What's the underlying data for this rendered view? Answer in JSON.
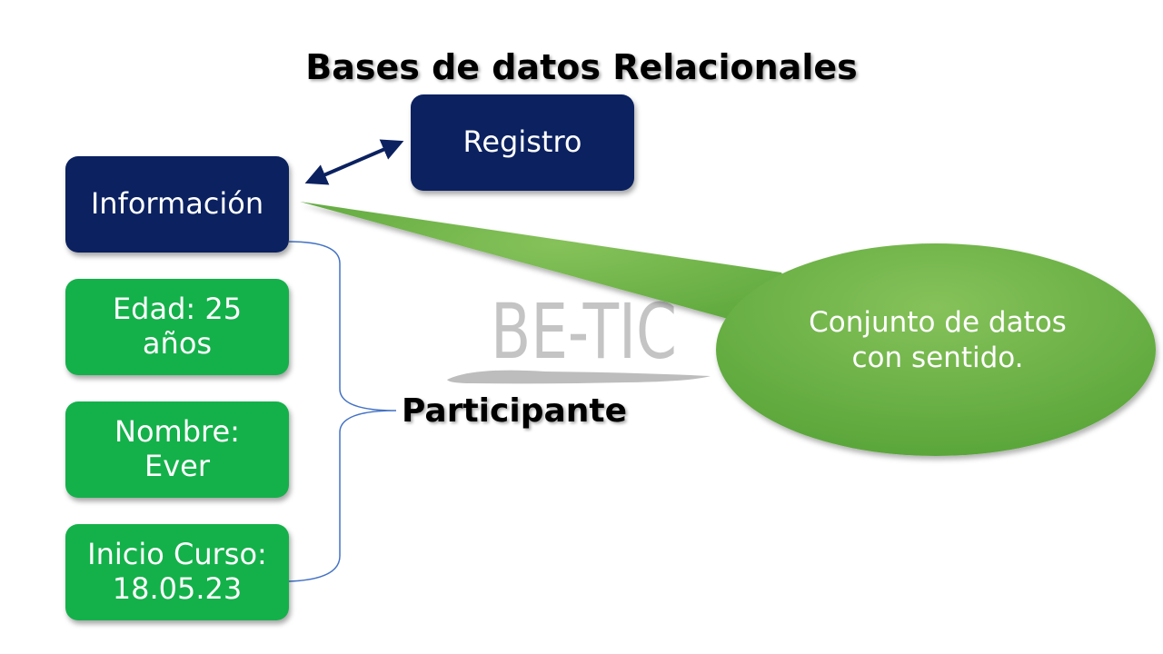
{
  "slide": {
    "title": "Bases de datos Relacionales",
    "boxes": {
      "registro": "Registro",
      "informacion": "Información",
      "edad": "Edad: 25 años",
      "nombre": "Nombre: Ever",
      "inicio": "Inicio Curso: 18.05.23"
    },
    "brace_label": "Participante",
    "callout": "Conjunto de datos con sentido.",
    "watermark": "BE-TIC"
  },
  "colors": {
    "navy": "#0b2160",
    "green": "#14b14a",
    "callout_green": "#6ab344",
    "brace_blue": "#4472c4"
  }
}
